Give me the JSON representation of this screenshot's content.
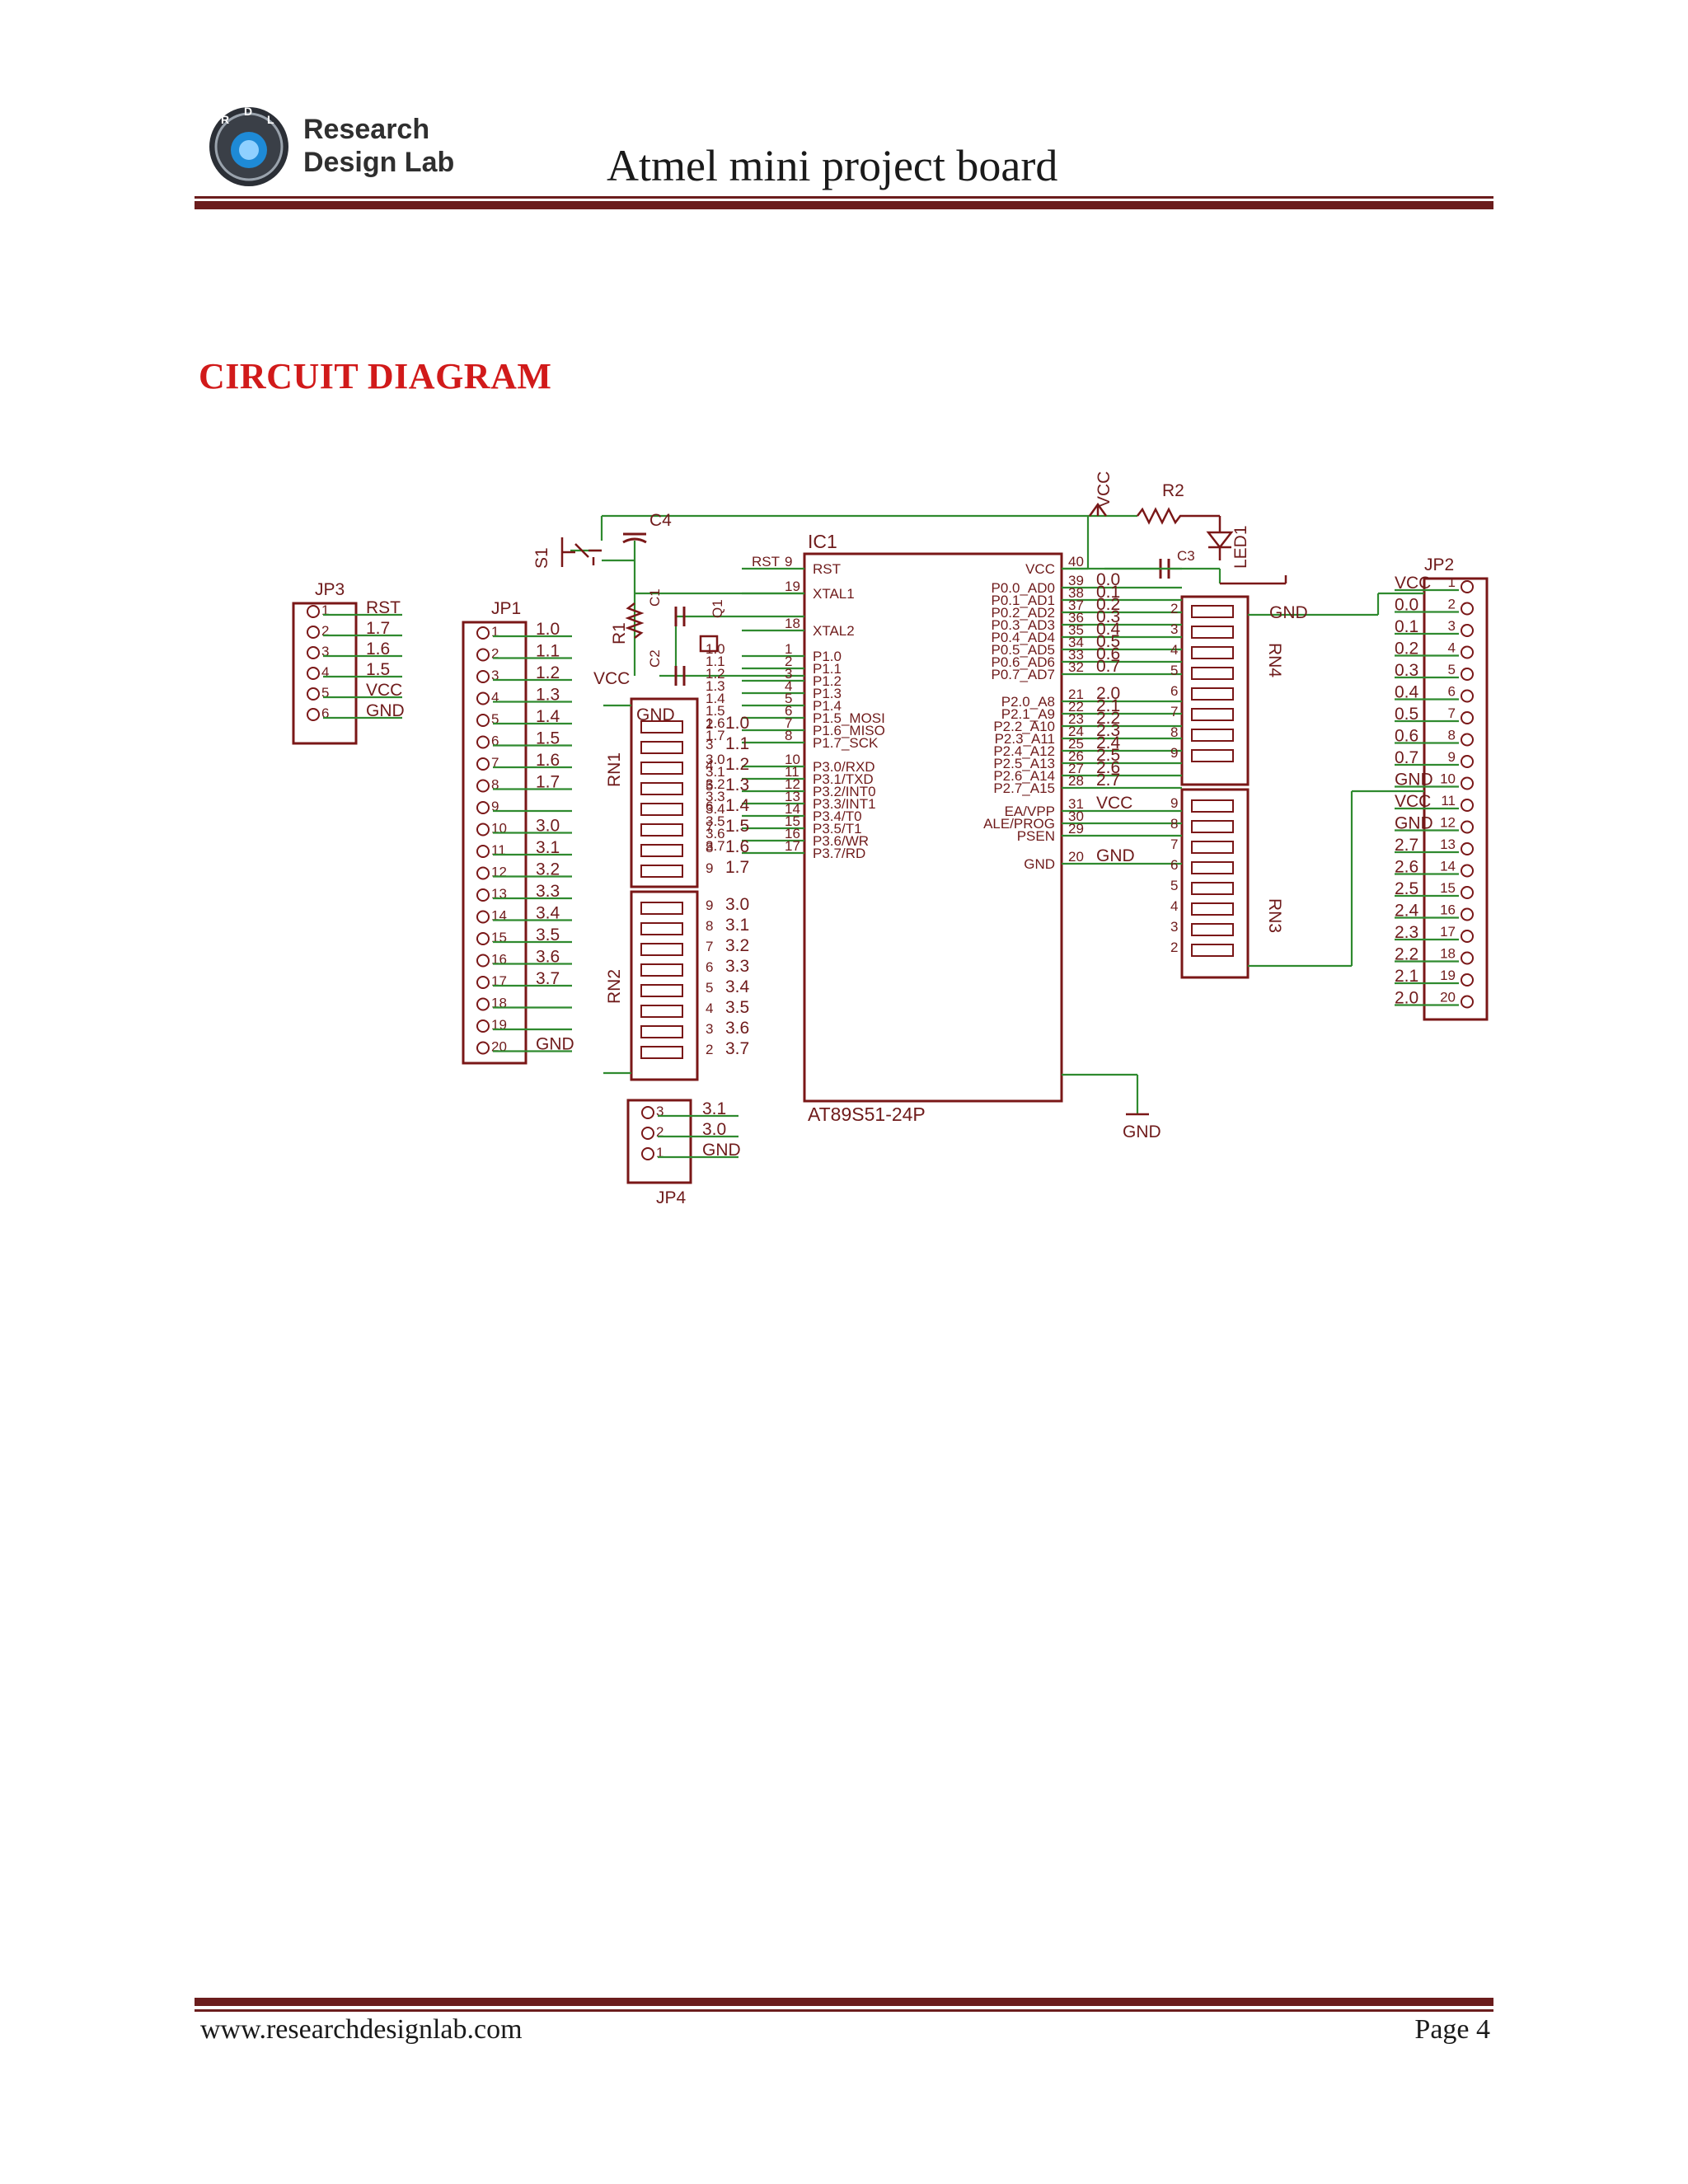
{
  "header": {
    "logo_text": [
      "Research",
      "Design Lab"
    ],
    "logo_badge": "RDL",
    "document_title": "Atmel mini project board"
  },
  "section": {
    "heading": "CIRCUIT DIAGRAM"
  },
  "schematic": {
    "ic": {
      "ref": "IC1",
      "part": "AT89S51-24P",
      "left_pins": [
        {
          "name": "RST",
          "num": "9",
          "net": "RST"
        },
        {
          "name": "XTAL1",
          "num": "19",
          "net": ""
        },
        {
          "name": "XTAL2",
          "num": "18",
          "net": ""
        },
        {
          "name": "P1.0",
          "num": "1",
          "net": "1.0"
        },
        {
          "name": "P1.1",
          "num": "2",
          "net": "1.1"
        },
        {
          "name": "P1.2",
          "num": "3",
          "net": "1.2"
        },
        {
          "name": "P1.3",
          "num": "4",
          "net": "1.3"
        },
        {
          "name": "P1.4",
          "num": "5",
          "net": "1.4"
        },
        {
          "name": "P1.5_MOSI",
          "num": "6",
          "net": "1.5"
        },
        {
          "name": "P1.6_MISO",
          "num": "7",
          "net": "1.6"
        },
        {
          "name": "P1.7_SCK",
          "num": "8",
          "net": "1.7"
        },
        {
          "name": "P3.0/RXD",
          "num": "10",
          "net": "3.0"
        },
        {
          "name": "P3.1/TXD",
          "num": "11",
          "net": "3.1"
        },
        {
          "name": "P3.2/INT0",
          "num": "12",
          "net": "3.2"
        },
        {
          "name": "P3.3/INT1",
          "num": "13",
          "net": "3.3"
        },
        {
          "name": "P3.4/T0",
          "num": "14",
          "net": "3.4"
        },
        {
          "name": "P3.5/T1",
          "num": "15",
          "net": "3.5"
        },
        {
          "name": "P3.6/WR",
          "num": "16",
          "net": "3.6"
        },
        {
          "name": "P3.7/RD",
          "num": "17",
          "net": "3.7"
        }
      ],
      "right_pins": [
        {
          "name": "VCC",
          "num": "40",
          "net": ""
        },
        {
          "name": "P0.0_AD0",
          "num": "39",
          "net": "0.0"
        },
        {
          "name": "P0.1_AD1",
          "num": "38",
          "net": "0.1"
        },
        {
          "name": "P0.2_AD2",
          "num": "37",
          "net": "0.2"
        },
        {
          "name": "P0.3_AD3",
          "num": "36",
          "net": "0.3"
        },
        {
          "name": "P0.4_AD4",
          "num": "35",
          "net": "0.4"
        },
        {
          "name": "P0.5_AD5",
          "num": "34",
          "net": "0.5"
        },
        {
          "name": "P0.6_AD6",
          "num": "33",
          "net": "0.6"
        },
        {
          "name": "P0.7_AD7",
          "num": "32",
          "net": "0.7"
        },
        {
          "name": "P2.0_A8",
          "num": "21",
          "net": "2.0"
        },
        {
          "name": "P2.1_A9",
          "num": "22",
          "net": "2.1"
        },
        {
          "name": "P2.2_A10",
          "num": "23",
          "net": "2.2"
        },
        {
          "name": "P2.3_A11",
          "num": "24",
          "net": "2.3"
        },
        {
          "name": "P2.4_A12",
          "num": "25",
          "net": "2.4"
        },
        {
          "name": "P2.5_A13",
          "num": "26",
          "net": "2.5"
        },
        {
          "name": "P2.6_A14",
          "num": "27",
          "net": "2.6"
        },
        {
          "name": "P2.7_A15",
          "num": "28",
          "net": "2.7"
        },
        {
          "name": "EA/VPP",
          "num": "31",
          "net": "VCC"
        },
        {
          "name": "ALE/PROG",
          "num": "30",
          "net": ""
        },
        {
          "name": "PSEN",
          "num": "29",
          "net": ""
        },
        {
          "name": "GND",
          "num": "20",
          "net": "GND"
        }
      ]
    },
    "jp3": {
      "ref": "JP3",
      "pins": [
        "1",
        "2",
        "3",
        "4",
        "5",
        "6"
      ],
      "nets": [
        "RST",
        "1.7",
        "1.6",
        "1.5",
        "VCC",
        "GND"
      ]
    },
    "jp1": {
      "ref": "JP1",
      "pins": [
        "1",
        "2",
        "3",
        "4",
        "5",
        "6",
        "7",
        "8",
        "9",
        "10",
        "11",
        "12",
        "13",
        "14",
        "15",
        "16",
        "17",
        "18",
        "19",
        "20"
      ],
      "nets": [
        "1.0",
        "1.1",
        "1.2",
        "1.3",
        "1.4",
        "1.5",
        "1.6",
        "1.7",
        "",
        "3.0",
        "3.1",
        "3.2",
        "3.3",
        "3.4",
        "3.5",
        "3.6",
        "3.7",
        "",
        "",
        "GND"
      ]
    },
    "jp2": {
      "ref": "JP2",
      "pins": [
        "1",
        "2",
        "3",
        "4",
        "5",
        "6",
        "7",
        "8",
        "9",
        "10",
        "11",
        "12",
        "13",
        "14",
        "15",
        "16",
        "17",
        "18",
        "19",
        "20"
      ],
      "nets": [
        "VCC",
        "0.0",
        "0.1",
        "0.2",
        "0.3",
        "0.4",
        "0.5",
        "0.6",
        "0.7",
        "GND",
        "VCC",
        "GND",
        "2.7",
        "2.6",
        "2.5",
        "2.4",
        "2.3",
        "2.2",
        "2.1",
        "2.0"
      ]
    },
    "jp4": {
      "ref": "JP4",
      "pins": [
        "3",
        "2",
        "1"
      ],
      "nets": [
        "3.1",
        "3.0",
        "GND"
      ]
    },
    "rn1": {
      "ref": "RN1",
      "common": "GND",
      "pins": [
        "2",
        "3",
        "4",
        "5",
        "6",
        "7",
        "8",
        "9"
      ],
      "nets": [
        "1.0",
        "1.1",
        "1.2",
        "1.3",
        "1.4",
        "1.5",
        "1.6",
        "1.7"
      ]
    },
    "rn2": {
      "ref": "RN2",
      "pins": [
        "9",
        "8",
        "7",
        "6",
        "5",
        "4",
        "3",
        "2"
      ],
      "nets": [
        "3.0",
        "3.1",
        "3.2",
        "3.3",
        "3.4",
        "3.5",
        "3.6",
        "3.7"
      ]
    },
    "rn3": {
      "ref": "RN3",
      "pins": [
        "9",
        "8",
        "7",
        "6",
        "5",
        "4",
        "3",
        "2"
      ]
    },
    "rn4": {
      "ref": "RN4",
      "pins": [
        "2",
        "3",
        "4",
        "5",
        "6",
        "7",
        "8",
        "9"
      ]
    },
    "components": {
      "r1": "R1",
      "r2": "R2",
      "c1": "C1",
      "c2": "C2",
      "c3": "C3",
      "c4": "C4",
      "q1": "Q1",
      "s1": "S1",
      "led1": "LED1"
    },
    "power": {
      "vcc": "VCC",
      "gnd": "GND"
    }
  },
  "footer": {
    "url": "www.researchdesignlab.com",
    "page": "Page 4"
  }
}
